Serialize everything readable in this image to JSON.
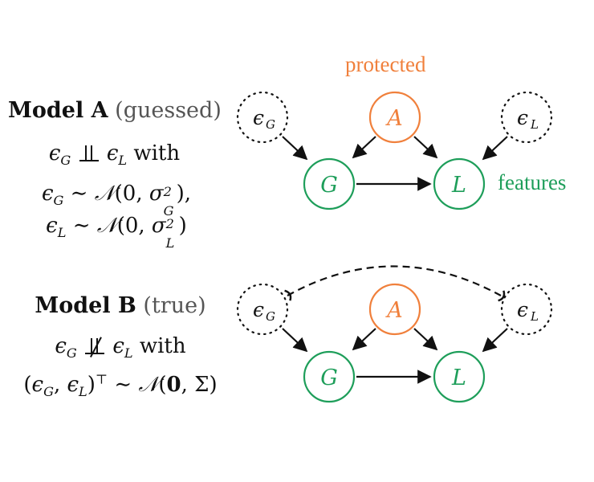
{
  "model_a": {
    "name": "Model A",
    "qualifier": "(guessed)",
    "line1_with": "with",
    "line2": "ϵ_G ∼ N(0, σ_G²),",
    "line3": "ϵ_L ∼ N(0, σ_L²)"
  },
  "model_b": {
    "name": "Model B",
    "qualifier": "(true)",
    "line1_with": "with",
    "line2": "(ϵ_G, ϵ_L)^⊤ ∼ N(0, Σ)"
  },
  "labels": {
    "protected": "protected",
    "features": "features"
  },
  "nodes": {
    "A": "A",
    "G": "G",
    "L": "L",
    "eps": "ϵ",
    "eps_G_sub": "G",
    "eps_L_sub": "L"
  },
  "colors": {
    "protected": "#f0803c",
    "features": "#1e9e5a",
    "text": "#111111",
    "qualifier": "#555555"
  }
}
